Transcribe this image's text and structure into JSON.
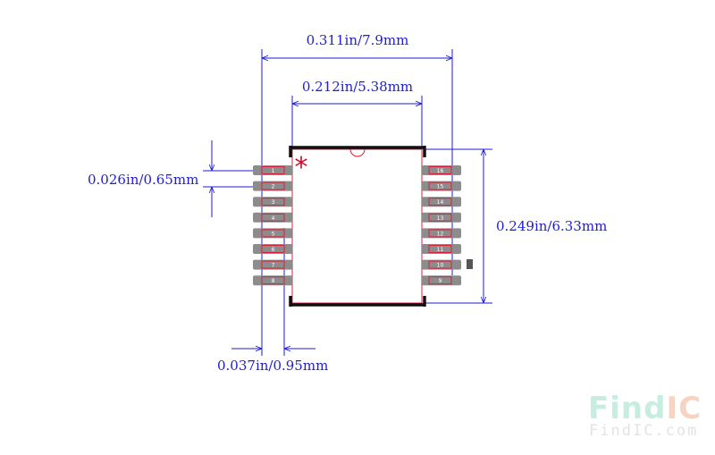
{
  "dimensions": {
    "overall_width": "0.311in/7.9mm",
    "body_width": "0.212in/5.38mm",
    "pin_pitch": "0.026in/0.65mm",
    "body_length": "0.249in/6.33mm",
    "pad_width": "0.037in/0.95mm"
  },
  "pin1_marker": "*",
  "left_pins": [
    "1",
    "2",
    "3",
    "4",
    "5",
    "6",
    "7",
    "8"
  ],
  "right_pins": [
    "16",
    "15",
    "14",
    "13",
    "12",
    "11",
    "10",
    "9"
  ],
  "logo": {
    "part1": "Find",
    "part2": "IC",
    "url": "FindIC.com",
    "color_find": "#c6ede0",
    "color_ic": "#f7d4c2"
  },
  "colors": {
    "dimension": "#1d1dd6",
    "pad_fill": "#8c8c8c",
    "pad_outline": "#d4213d",
    "body_outline": "#111111",
    "marker": "#c8102e"
  }
}
